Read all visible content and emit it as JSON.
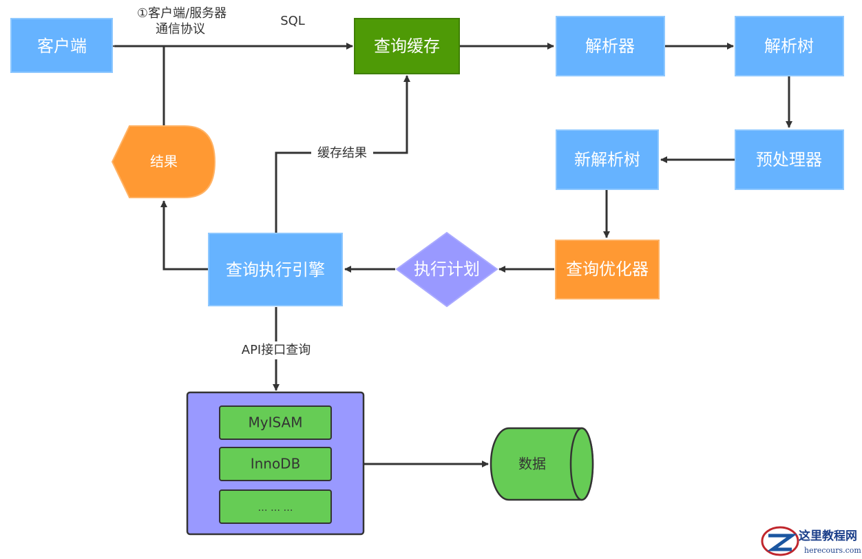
{
  "nodes": {
    "client": "客户端",
    "query_cache": "查询缓存",
    "parser": "解析器",
    "parse_tree": "解析树",
    "preprocessor": "预处理器",
    "new_parse_tree": "新解析树",
    "query_optimizer": "查询优化器",
    "execution_plan": "执行计划",
    "query_engine": "查询执行引擎",
    "result": "结果",
    "data": "数据"
  },
  "engines": [
    "MyISAM",
    "InnoDB",
    "…  …  …"
  ],
  "edge_labels": {
    "protocol_line1": "①客户端/服务器",
    "protocol_line2": "通信协议",
    "sql": "SQL",
    "cache_result": "缓存结果",
    "api_query": "API接口查询"
  },
  "watermark": {
    "title": "这里教程网",
    "url": "herecours.com"
  },
  "colors": {
    "blue": "#66b3ff",
    "green_dark": "#4e9a06",
    "orange": "#ff9933",
    "purple": "#9999ff",
    "green": "#66cc55",
    "line": "#333333"
  }
}
